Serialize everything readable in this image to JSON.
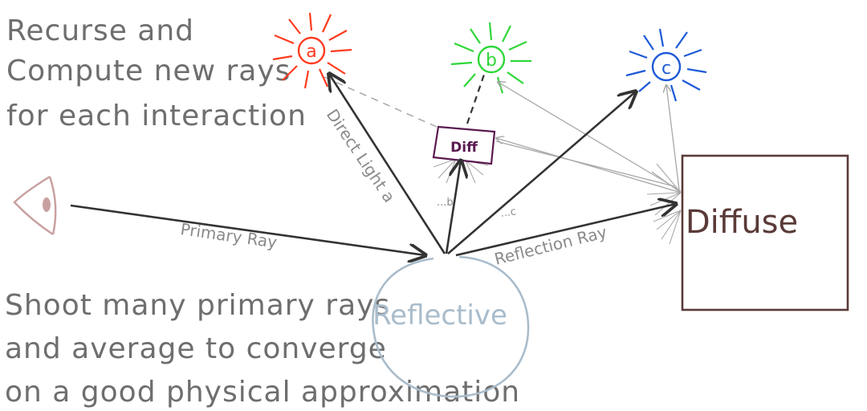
{
  "instructions": {
    "top": [
      "Recurse and",
      "Compute new rays",
      "for each interaction"
    ],
    "bottom": [
      "Shoot many primary rays",
      "and average to converge",
      "on a good physical approximation"
    ]
  },
  "lights": [
    {
      "id": "a",
      "color": "#ff3b1f"
    },
    {
      "id": "b",
      "color": "#2fd63a"
    },
    {
      "id": "c",
      "color": "#1e5ad8"
    }
  ],
  "objects": {
    "reflective": "Reflective",
    "diffuse": "Diffuse",
    "diff_patch": "Diff"
  },
  "rays": {
    "primary": "Primary Ray",
    "direct_light": "Direct Light a",
    "reflection": "Reflection Ray",
    "to_b": "...b",
    "to_c": "...c"
  },
  "colors": {
    "ink": "#333333",
    "text": "#6e6e6e",
    "reflective": "#a9bccb",
    "diffuse": "#5a3a38",
    "diff_patch": "#5a1a50",
    "eye": "#c9a0a0",
    "thin_rays": "#a8a8a8"
  }
}
